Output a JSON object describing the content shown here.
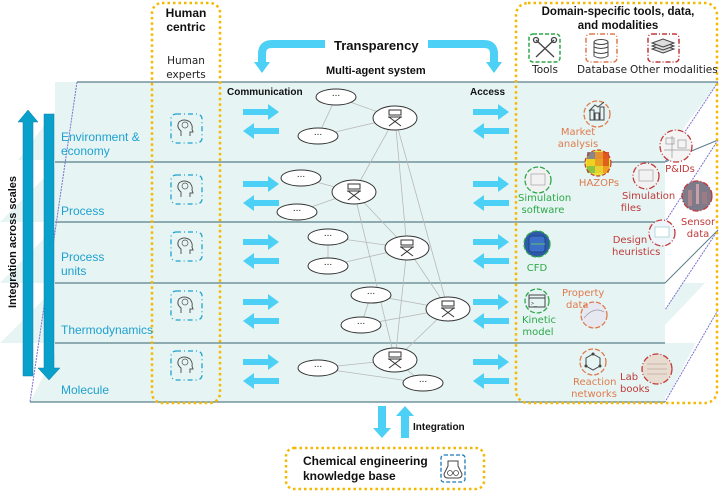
{
  "title": {
    "human_centric": "Human\ncentric",
    "human_centric_line1": "Human",
    "human_centric_line2": "centric",
    "human_experts_line1": "Human",
    "human_experts_line2": "experts",
    "transparency": "Transparency",
    "multi_agent_system": "Multi-agent system",
    "domain_specific_line1": "Domain-specific tools, data,",
    "domain_specific_line2": "and modalities"
  },
  "legend": [
    {
      "label": "Tools",
      "icon": "wrench-screwdriver-icon",
      "color": "#2ea84a"
    },
    {
      "label": "Database",
      "icon": "database-icon",
      "color": "#e07a4e"
    },
    {
      "label": "Other modalities",
      "icon": "layers-icon",
      "color": "#c0393b"
    }
  ],
  "flows": {
    "communication": "Communication",
    "access": "Access",
    "integration": "Integration",
    "integration_across_scales": "Integration across scales"
  },
  "layers": [
    {
      "name": "Environment & economy",
      "line1": "Environment &",
      "line2": "economy"
    },
    {
      "name": "Process",
      "line1": "Process",
      "line2": ""
    },
    {
      "name": "Process units",
      "line1": "Process",
      "line2": "units"
    },
    {
      "name": "Thermodynamics",
      "line1": "Thermodynamics",
      "line2": ""
    },
    {
      "name": "Molecule",
      "line1": "Molecule",
      "line2": ""
    }
  ],
  "agent_placeholder": "...",
  "resources": {
    "market_analysis": {
      "line1": "Market",
      "line2": "analysis",
      "type": "database"
    },
    "hazops": {
      "line1": "HAZOPs",
      "line2": "",
      "type": "database"
    },
    "pids": {
      "line1": "P&IDs",
      "line2": "",
      "type": "other"
    },
    "simulation_software": {
      "line1": "Simulation",
      "line2": "software",
      "type": "tool"
    },
    "simulation_files": {
      "line1": "Simulation",
      "line2": "files",
      "type": "other"
    },
    "sensor_data": {
      "line1": "Sensor",
      "line2": "data",
      "type": "other"
    },
    "design_heuristics": {
      "line1": "Design",
      "line2": "heuristics",
      "type": "other"
    },
    "cfd": {
      "line1": "CFD",
      "line2": "",
      "type": "tool"
    },
    "kinetic_model": {
      "line1": "Kinetic",
      "line2": "model",
      "type": "tool"
    },
    "property_data": {
      "line1": "Property",
      "line2": "data",
      "type": "database"
    },
    "reaction_networks": {
      "line1": "Reaction",
      "line2": "networks",
      "type": "database"
    },
    "lab_books": {
      "line1": "Lab",
      "line2": "books",
      "type": "other"
    }
  },
  "knowledge_base": {
    "line1": "Chemical engineering",
    "line2": "knowledge base"
  },
  "colors": {
    "layer_fill": "#e6f5f3",
    "layer_edge": "#5a7f8c",
    "arrow_cyan": "#4dd0f5",
    "scale_arrow": "#0aa0cc",
    "dotted_frame": "#f5b800",
    "layer_text": "#1ea0d0"
  }
}
